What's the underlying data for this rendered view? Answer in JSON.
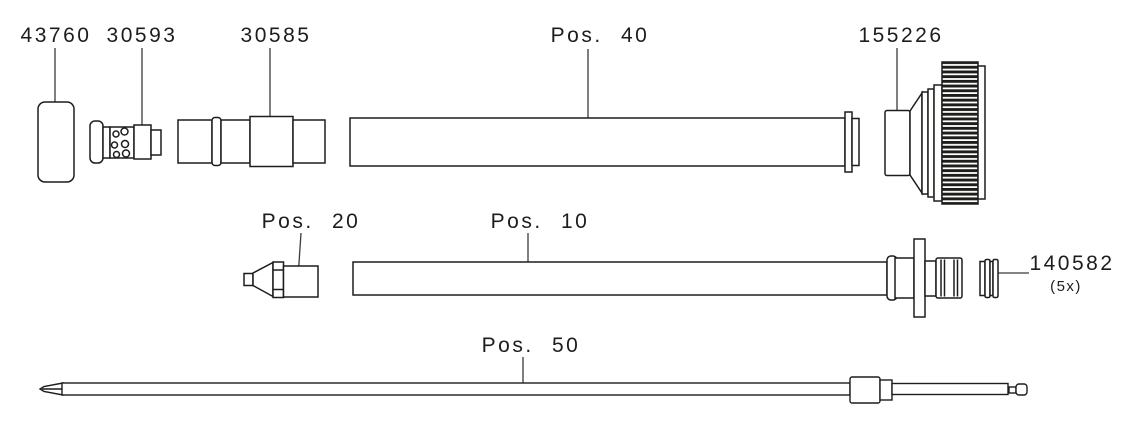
{
  "colors": {
    "line": "#1d1d1b",
    "background": "#ffffff"
  },
  "parts": [
    {
      "label": "43760"
    },
    {
      "label": "30593"
    },
    {
      "label": "30585"
    },
    {
      "label": "Pos. 40"
    },
    {
      "label": "155226"
    },
    {
      "label": "Pos. 20"
    },
    {
      "label": "Pos. 10"
    },
    {
      "label": "140582",
      "quantity": "(5x)"
    },
    {
      "label": "Pos. 50"
    }
  ]
}
